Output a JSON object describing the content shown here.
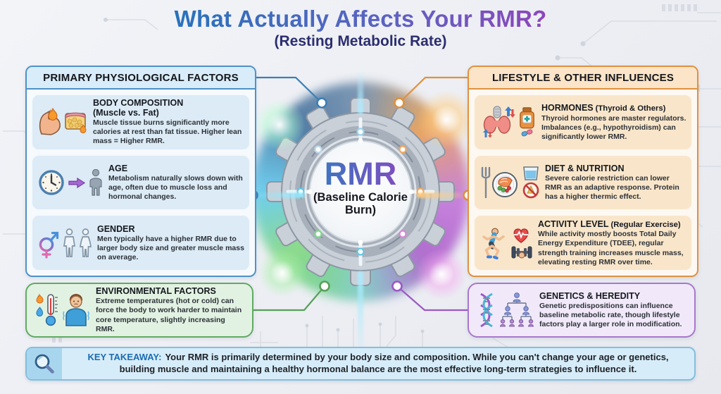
{
  "title": {
    "main": "What Actually Affects Your RMR?",
    "subtitle": "(Resting Metabolic Rate)"
  },
  "center_hub": {
    "label": "RMR",
    "sublabel": "(Baseline Calorie Burn)"
  },
  "left_panel": {
    "header": "PRIMARY PHYSIOLOGICAL FACTORS",
    "cards": [
      {
        "title": "BODY COMPOSITION",
        "subtitle": "(Muscle vs. Fat)",
        "body": "Muscle tissue burns significantly more calories at rest than fat tissue. Higher lean mass = Higher RMR.",
        "icons": [
          "flexed-bicep-icon",
          "flame-icon",
          "fat-tissue-icon"
        ]
      },
      {
        "title": "AGE",
        "body": "Metabolism naturally slows down with age, often due to muscle loss and hormonal changes.",
        "icons": [
          "clock-icon",
          "arrow-right-icon",
          "person-icon"
        ]
      },
      {
        "title": "GENDER",
        "body": "Men typically have a higher RMR due to larger body size and greater muscle mass on average.",
        "icons": [
          "gender-symbol-icon",
          "male-figure-icon",
          "female-figure-icon"
        ]
      }
    ]
  },
  "right_panel": {
    "header": "LIFESTYLE & OTHER INFLUENCES",
    "cards": [
      {
        "title": "HORMONES",
        "subtitle": "(Thyroid & Others)",
        "body": "Thyroid hormones are master regulators. Imbalances (e.g., hypothyroidism) can significantly lower RMR.",
        "icons": [
          "thyroid-icon",
          "up-down-arrows-icon",
          "medicine-bottle-icon"
        ]
      },
      {
        "title": "DIET & NUTRITION",
        "body": "Severe calorie restriction can lower RMR as an adaptive response. Protein has a higher thermic effect.",
        "icons": [
          "fork-icon",
          "healthy-plate-icon",
          "water-glass-icon",
          "no-junk-food-icon"
        ]
      },
      {
        "title": "ACTIVITY LEVEL",
        "subtitle": "(Regular Exercise)",
        "body": "While activity mostly boosts Total Daily Energy Expenditure (TDEE), regular strength training increases muscle mass, elevating resting RMR over time.",
        "icons": [
          "runner-icon",
          "heartbeat-icon",
          "dumbbell-icon"
        ]
      }
    ]
  },
  "environment_card": {
    "title": "ENVIRONMENTAL FACTORS",
    "body": "Extreme temperatures (hot or cold) can force the body to work harder to maintain core temperature, slightly increasing RMR.",
    "icons": [
      "flame-icon",
      "water-drop-icon",
      "thermometer-icon",
      "shivering-person-icon"
    ]
  },
  "genetics_card": {
    "title": "GENETICS & HEREDITY",
    "body": "Genetic predispositions can influence baseline metabolic rate, though lifestyle factors play a larger role in modification.",
    "icons": [
      "dna-icon",
      "family-tree-icon"
    ]
  },
  "takeaway": {
    "label": "KEY TAKEAWAY:",
    "text": "Your RMR is primarily determined by your body size and composition. While you can't change your age or genetics, building muscle and maintaining a healthy hormonal balance are the most effective long-term strategies to influence it.",
    "icon": "magnifier-icon"
  },
  "colors": {
    "title_gradient": [
      "#1d76ba",
      "#a13ab8"
    ],
    "subtitle": "#2b2e6e",
    "left_accent": "#4e92c8",
    "right_accent": "#e0913f",
    "environment_accent": "#61aa63",
    "genetics_accent": "#a878cc",
    "takeaway_accent": "#85bedd",
    "rmr_gradient": [
      "#2d7ec0",
      "#8f45c0"
    ]
  }
}
